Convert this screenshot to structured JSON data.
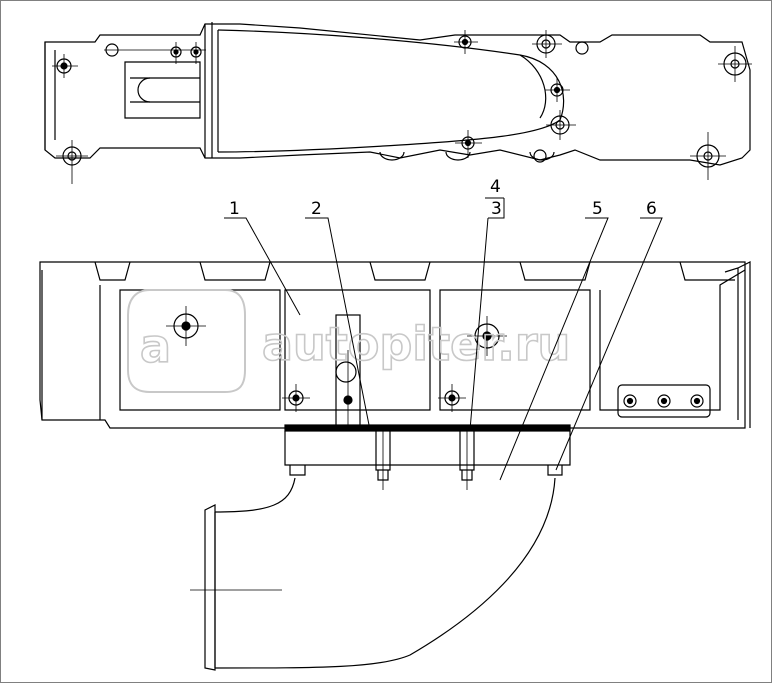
{
  "drawing": {
    "callouts": [
      {
        "id": "1",
        "label": "1"
      },
      {
        "id": "2",
        "label": "2"
      },
      {
        "id": "3",
        "label": "3"
      },
      {
        "id": "4",
        "label": "4"
      },
      {
        "id": "5",
        "label": "5"
      },
      {
        "id": "6",
        "label": "6"
      }
    ]
  },
  "watermark": {
    "text": "autopiter.ru",
    "logo_letter": "a"
  },
  "colors": {
    "line": "#000000",
    "frame": "#808080",
    "watermark": "#c8c8c8"
  }
}
